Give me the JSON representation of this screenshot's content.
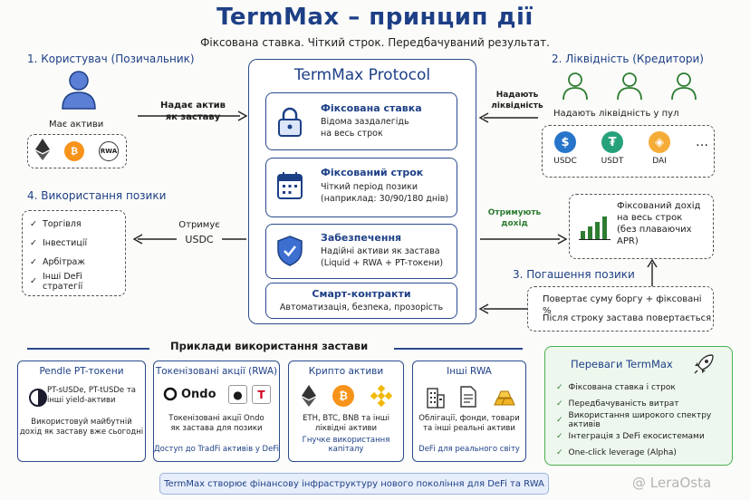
{
  "header": {
    "title": "TermMax – принцип дії",
    "subtitle": "Фіксована ставка. Чіткий строк. Передбачуваний результат."
  },
  "borrower": {
    "heading": "1. Користувач (Позичальник)",
    "has_assets": "Має активи",
    "assets": [
      {
        "icon": "ethereum-icon",
        "label": "",
        "color": "#333333"
      },
      {
        "icon": "bitcoin-icon",
        "label": "₿",
        "color": "#f7931a"
      },
      {
        "icon": "rwa-icon",
        "label": "RWA",
        "color": "#333333"
      }
    ]
  },
  "collateral_arrow": {
    "label": "Надає актив\nяк заставу"
  },
  "protocol": {
    "title": "TermMax Protocol",
    "features": [
      {
        "icon": "lock-icon",
        "title": "Фіксована ставка",
        "desc": "Відома заздалегідь\nна весь строк"
      },
      {
        "icon": "calendar-icon",
        "title": "Фіксований строк",
        "desc": "Чіткий період позики\n(наприклад: 30/90/180 днів)"
      },
      {
        "icon": "shield-icon",
        "title": "Забезпечення",
        "desc": "Надійні активи як застава\n(Liquid + RWA + PT-токени)"
      },
      {
        "icon": "",
        "title": "Смарт-контракти",
        "desc": "Автоматизація, безпека, прозорість"
      }
    ]
  },
  "liquidity": {
    "heading": "2. Ліквідність (Кредитори)",
    "provide_label": "Надають ліквідність у пул",
    "arrow_label": "Надають\nліквідність",
    "coins": [
      {
        "icon": "usdc-icon",
        "symbol": "$",
        "label": "USDC",
        "color": "#2775ca"
      },
      {
        "icon": "usdt-icon",
        "symbol": "₮",
        "label": "USDT",
        "color": "#26a17b"
      },
      {
        "icon": "dai-icon",
        "symbol": "◈",
        "label": "DAI",
        "color": "#f5ac37"
      },
      {
        "icon": "more-icon",
        "symbol": "…",
        "label": "",
        "color": "#222222"
      }
    ]
  },
  "loan_use": {
    "heading": "4. Використання позики",
    "items": [
      "Торгівля",
      "Інвестиції",
      "Арбітраж",
      "Інші DeFi стратегії"
    ],
    "receives_label": "Отримує",
    "receives_value": "USDC"
  },
  "income": {
    "arrow_label": "Отримують\nдохід",
    "text": "Фіксований дохід\nна весь строк\n(без плаваючих\nAPR)"
  },
  "repayment": {
    "heading": "3. Погашення позики",
    "line1": "Повертає суму боргу + фіксовані %",
    "line2": "Після строку застава повертається"
  },
  "examples": {
    "heading": "Приклади використання застави",
    "boxes": [
      {
        "title": "Pendle PT-токени",
        "text": "PT-sUSDe, PT-tUSDe\nта інші yield-активи",
        "note": "Використовуй майбутній\nдохід як заставу вже сьогодні",
        "foot": ""
      },
      {
        "title": "Токенізовані акції (RWA)",
        "brand": "Ondo",
        "text": "Токенізовані акції Ondo\nяк застава для позики",
        "foot": "Доступ до TradFi активів у DeFi"
      },
      {
        "title": "Крипто активи",
        "text": "ETH, BTC, BNB та інші\nліквідні активи",
        "foot": "Гнучке використання капіталу"
      },
      {
        "title": "Інші RWA",
        "text": "Облігації, фонди, товари\nта інші реальні активи",
        "foot": "DeFi для реального світу"
      }
    ]
  },
  "advantages": {
    "heading": "Переваги TermMax",
    "items": [
      "Фіксована ставка і строк",
      "Передбачуваність витрат",
      "Використання широкого спектру активів",
      "Інтеграція з DeFi екосистемами",
      "One-click leverage (Alpha)"
    ]
  },
  "footer": {
    "banner": "TermMax створює фінансову інфраструктуру нового покоління для DeFi та RWA",
    "watermark": "@ LeraOsta"
  },
  "colors": {
    "brand_blue": "#1d3f86",
    "accent_green": "#2e7d32",
    "lender_green": "#4caf50"
  }
}
